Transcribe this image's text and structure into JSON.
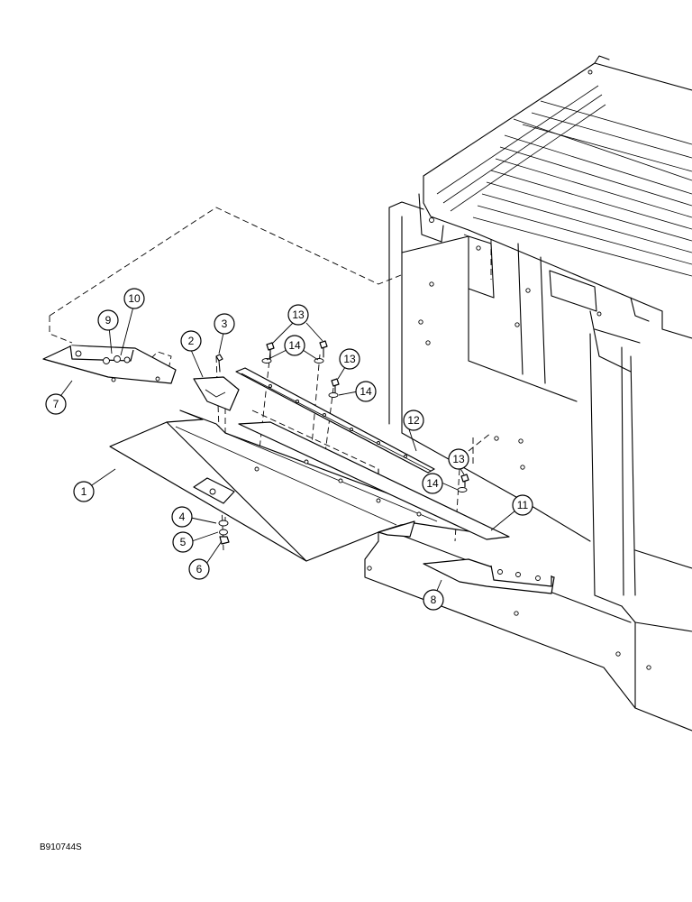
{
  "drawing_code": "B910744S",
  "callouts": [
    {
      "id": "c1",
      "label": "1"
    },
    {
      "id": "c2",
      "label": "2"
    },
    {
      "id": "c3",
      "label": "3"
    },
    {
      "id": "c4",
      "label": "4"
    },
    {
      "id": "c5",
      "label": "5"
    },
    {
      "id": "c6",
      "label": "6"
    },
    {
      "id": "c7",
      "label": "7"
    },
    {
      "id": "c8",
      "label": "8"
    },
    {
      "id": "c9",
      "label": "9"
    },
    {
      "id": "c10",
      "label": "10"
    },
    {
      "id": "c11",
      "label": "11"
    },
    {
      "id": "c12",
      "label": "12"
    },
    {
      "id": "c13a",
      "label": "13"
    },
    {
      "id": "c13b",
      "label": "13"
    },
    {
      "id": "c13c",
      "label": "13"
    },
    {
      "id": "c14a",
      "label": "14"
    },
    {
      "id": "c14b",
      "label": "14"
    },
    {
      "id": "c14c",
      "label": "14"
    }
  ]
}
